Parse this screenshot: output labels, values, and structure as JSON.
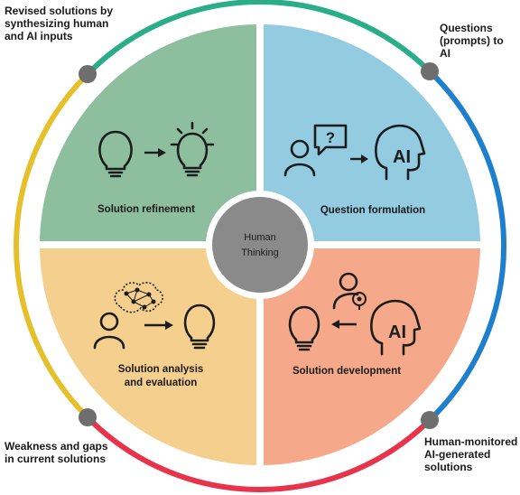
{
  "corner_labels": {
    "top_left": "Revised solutions by\nsynthesizing human\nand AI inputs",
    "top_right": "Questions\n(prompts) to AI",
    "bottom_left": "Weakness and gaps\nin current solutions",
    "bottom_right": "Human-monitored\nAI-generated\nsolutions"
  },
  "quadrants": {
    "top_left": {
      "label": "Solution refinement",
      "color": "#8dbe9d"
    },
    "top_right": {
      "label": "Question formulation",
      "color": "#93cbe0"
    },
    "bottom_left": {
      "label_line1": "Solution analysis",
      "label_line2": "and evaluation",
      "color": "#f5cf8e"
    },
    "bottom_right": {
      "label": "Solution development",
      "color": "#f5a98a"
    }
  },
  "center": {
    "line1": "Human",
    "line2": "Thinking",
    "color": "#8a8a8a"
  },
  "ring_colors": {
    "top": "#2aae8a",
    "right": "#1e7fcc",
    "bottom": "#e8344a",
    "left": "#e6c02a"
  },
  "icon_text": {
    "ai": "AI",
    "question": "?"
  }
}
